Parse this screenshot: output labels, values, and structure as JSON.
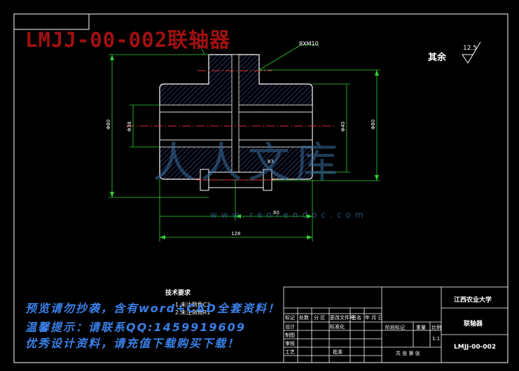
{
  "drawing": {
    "title": "LMJJ-00-002联轴器",
    "rest_roughness_label": "其余",
    "rest_roughness_value": "12.5",
    "thread_callout": "8XM10"
  },
  "dimensions": {
    "d_outer": "Φ80",
    "d_bore_small": "Φ38",
    "d_hub": "Φ40",
    "d_flange": "Φ80",
    "len_half": "60",
    "len_total": "128",
    "angle": "63"
  },
  "watermark": {
    "text": "人人文库",
    "url": "www.renrendoc.com"
  },
  "tech_requirements": {
    "title": "技术要求",
    "item_1": "1.未注倒角C2",
    "item_2": "2.未注倒角R1"
  },
  "notices": {
    "line_1": "预览请勿抄袭，含有word+CAD全套资料！",
    "line_2": "温馨提示：请联系QQ:1459919609",
    "line_3": "优秀设计资料，请充值下载购买下载！"
  },
  "title_block": {
    "school": "江西农业大学",
    "part_name": "联轴器",
    "drawing_no": "LMJJ-00-002",
    "scale": "1:1",
    "header_cells": [
      "标记",
      "处数",
      "分 区",
      "更改文件号",
      "签名",
      "年 月 日"
    ],
    "design": "设计",
    "standardization": "标准化",
    "check": "审核",
    "process": "工艺",
    "drawn": "制图",
    "approve": "批准",
    "stage_mark": "阶段标记",
    "weight": "重量",
    "ratio": "比例",
    "sheet_info": "共  张  第  张"
  }
}
